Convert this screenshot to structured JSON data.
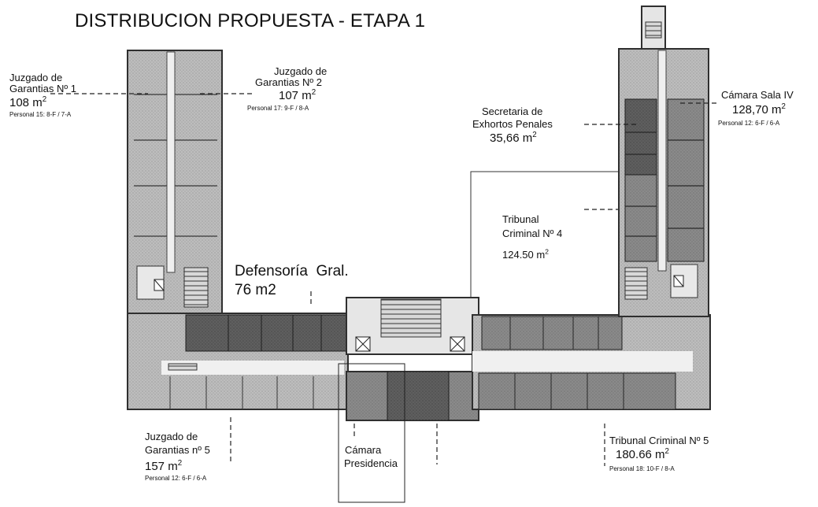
{
  "title": "DISTRIBUCION PROPUESTA - ETAPA 1",
  "rooms": {
    "jg1": {
      "name1": "Juzgado de",
      "name2": "Garantias Nº 1",
      "area": "108 m",
      "area_sup": "2",
      "staff": "Personal 15: 8-F / 7-A"
    },
    "jg2": {
      "name1": "Juzgado de",
      "name2": "Garantias Nº 2",
      "area": "107 m",
      "area_sup": "2",
      "staff": "Personal 17: 9-F / 8-A"
    },
    "sec": {
      "name1": "Secretaria de",
      "name2": "Exhortos Penales",
      "area": "35,66 m",
      "area_sup": "2"
    },
    "cam4": {
      "name1": "Cámara Sala IV",
      "area": "128,70 m",
      "area_sup": "2",
      "staff": "Personal 12: 6-F / 6-A"
    },
    "tc4": {
      "name1": "Tribunal",
      "name2": "Criminal Nº 4",
      "area": "124.50 m",
      "area_sup": "2"
    },
    "def": {
      "name1": "Defensoría  Gral.",
      "area": "76 m2"
    },
    "jg5": {
      "name1": "Juzgado de",
      "name2": "Garantias nº 5",
      "area": "157 m",
      "area_sup": "2",
      "staff": "Personal 12: 6-F / 6-A"
    },
    "campres": {
      "name1": "Cámara",
      "name2": "Presidencia"
    },
    "tc5": {
      "name1": "Tribunal Criminal Nº 5",
      "area": "180.66 m",
      "area_sup": "2",
      "staff": "Personal 18: 10-F / 8-A"
    }
  },
  "colors": {
    "wall": "#3a3a3a",
    "floor": "#b9b9b9",
    "assigned": "#6e6e6e",
    "assigned_dark": "#4a4a4a",
    "corridor": "#f2f2f2"
  }
}
